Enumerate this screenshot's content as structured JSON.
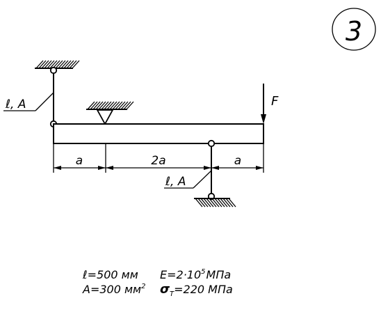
{
  "badge": "3",
  "labels": {
    "force": "F",
    "rod_top": "ℓ, A",
    "rod_bottom": "ℓ, A",
    "dim_left": "a",
    "dim_middle": "2a",
    "dim_right": "a"
  },
  "parameters": {
    "length": "ℓ=500 мм",
    "area_main": "A=300 мм",
    "area_sup": "2",
    "modulus_main": "E=2·10",
    "modulus_sup": "5",
    "modulus_unit": "МПа",
    "yield_sym": "σ",
    "yield_sub": "Т",
    "yield_rest": "=220 МПа"
  }
}
